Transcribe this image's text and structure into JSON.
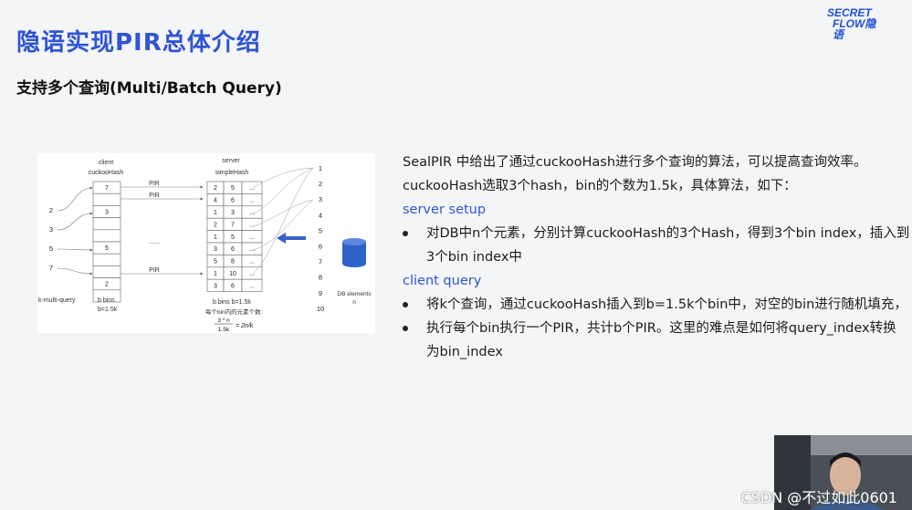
{
  "slide": {
    "title": "隐语实现PIR总体介绍",
    "subtitle": "支持多个查询(Multi/Batch Query)",
    "logo": {
      "line1": "SECRET",
      "line2": "FLOW隐语"
    }
  },
  "figure": {
    "client_label": "client",
    "client_table_label": "cuckooHash",
    "server_label": "server",
    "server_table_label": "simpleHash",
    "pir_label": "PIR",
    "dots_label": "......",
    "client_query_keys": [
      "2",
      "3",
      "5",
      "7"
    ],
    "client_cells": [
      "7",
      "",
      "3",
      "",
      "",
      "5",
      "",
      "",
      "2",
      ""
    ],
    "server_col1": [
      "2",
      "4",
      "1",
      "2",
      "1",
      "3",
      "5",
      "1",
      "3"
    ],
    "server_col2": [
      "5",
      "6",
      "3",
      "7",
      "5",
      "6",
      "8",
      "10",
      "6"
    ],
    "server_col3": [
      "...",
      "...",
      "...",
      "...",
      "...",
      "...",
      "...",
      "...",
      "..."
    ],
    "db_indices": [
      "1",
      "2",
      "3",
      "4",
      "5",
      "6",
      "7",
      "8",
      "9",
      "10"
    ],
    "k_multi_query_label": "k-multi-query",
    "client_bins_label": "b bins",
    "client_b_label": "b=1.5k",
    "server_bins_label": "b bins   b=1.5k",
    "server_note": "每个bin内的元素个数:",
    "formula_numerator": "3 * n",
    "formula_denominator": "1.5k",
    "formula_rhs": "= 2n/k",
    "db_label": "DB elements",
    "db_n_label": "n"
  },
  "content": {
    "line1": "SealPIR 中给出了通过cuckooHash进行多个查询的算法，可以提高查询效率。",
    "line2": "cuckooHash选取3个hash，bin的个数为1.5k，具体算法，如下：",
    "server_heading": "server setup",
    "server_bullet_l1": "对DB中n个元素，分别计算cuckooHash的3个Hash，得到3个bin index，插入到",
    "server_bullet_l2": "3个bin index中",
    "client_heading": "client query",
    "client_bullet1": "将k个查询，通过cuckooHash插入到b=1.5k个bin中，对空的bin进行随机填充，",
    "client_bullet2_l1": "执行每个bin执行一个PIR，共计b个PIR。这里的难点是如何将query_index转换",
    "client_bullet2_l2": "为bin_index"
  },
  "watermark": "CSDN @不过如此0601",
  "colors": {
    "title": "#2f55d4",
    "heading": "#2f55d4",
    "arrow": "#3a5fc8",
    "db": "#2e63c9"
  }
}
